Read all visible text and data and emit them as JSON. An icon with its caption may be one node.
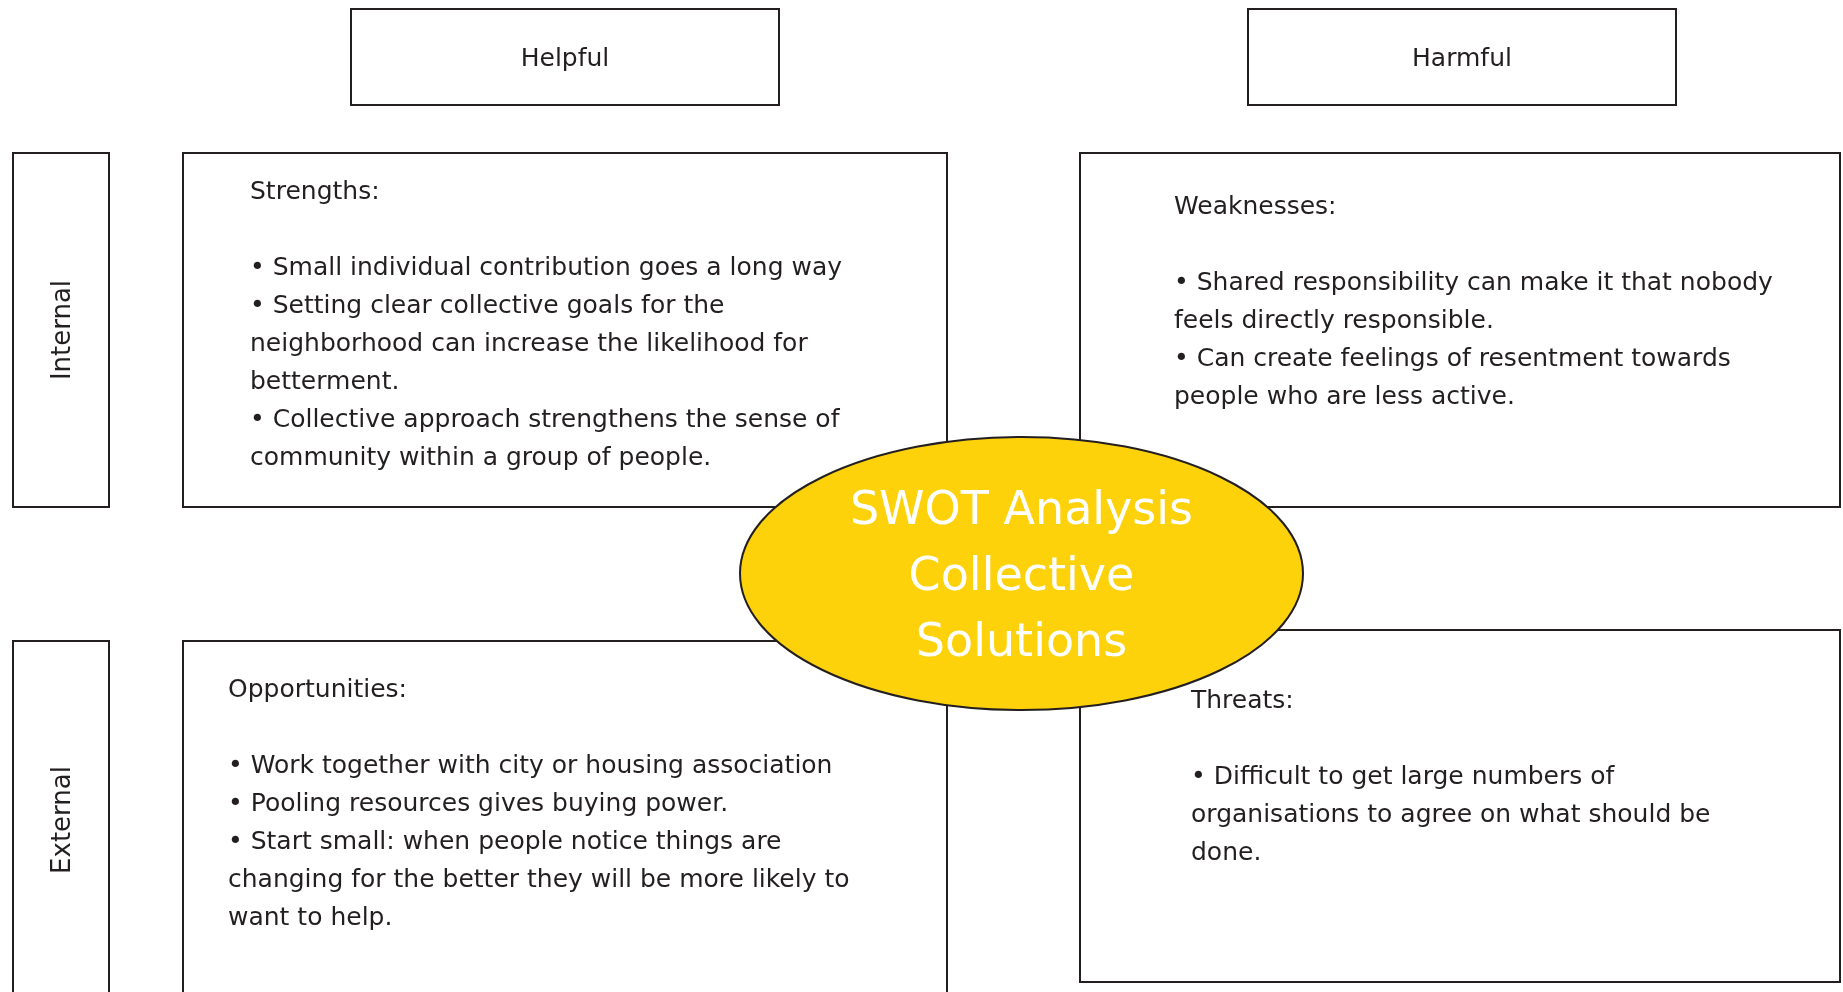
{
  "diagram": {
    "nodes": [
      {
        "text": [
          "Helpful"
        ]
      },
      {
        "text": [
          "Harmful"
        ]
      },
      {
        "text": [
          "Internal"
        ]
      },
      {
        "text": [
          "Strengths:",
          "• Small individual contribution goes a long way",
          "• Setting clear collective goals for the neighborhood can increase the likelihood for betterment.",
          "• Collective approach strengthens the sense of community within a group of people."
        ]
      },
      {
        "text": [
          "Weaknesses:",
          "• Shared responsibility can make it that nobody feels directly responsible.",
          "• Can create feelings of resentment towards people who are less active."
        ]
      },
      {
        "text": [
          "SWOT Analysis Collective Solutions"
        ]
      },
      {
        "text": [
          "External"
        ]
      },
      {
        "text": [
          "Opportunities:",
          "• Work together with city or housing association",
          "• Pooling resources gives buying power.",
          "• Start small: when people notice things are changing for the better they will be more likely to want to help."
        ]
      },
      {
        "text": [
          "Threats:",
          "• Difficult to get large numbers of organisations to agree on what should be done."
        ]
      }
    ]
  }
}
